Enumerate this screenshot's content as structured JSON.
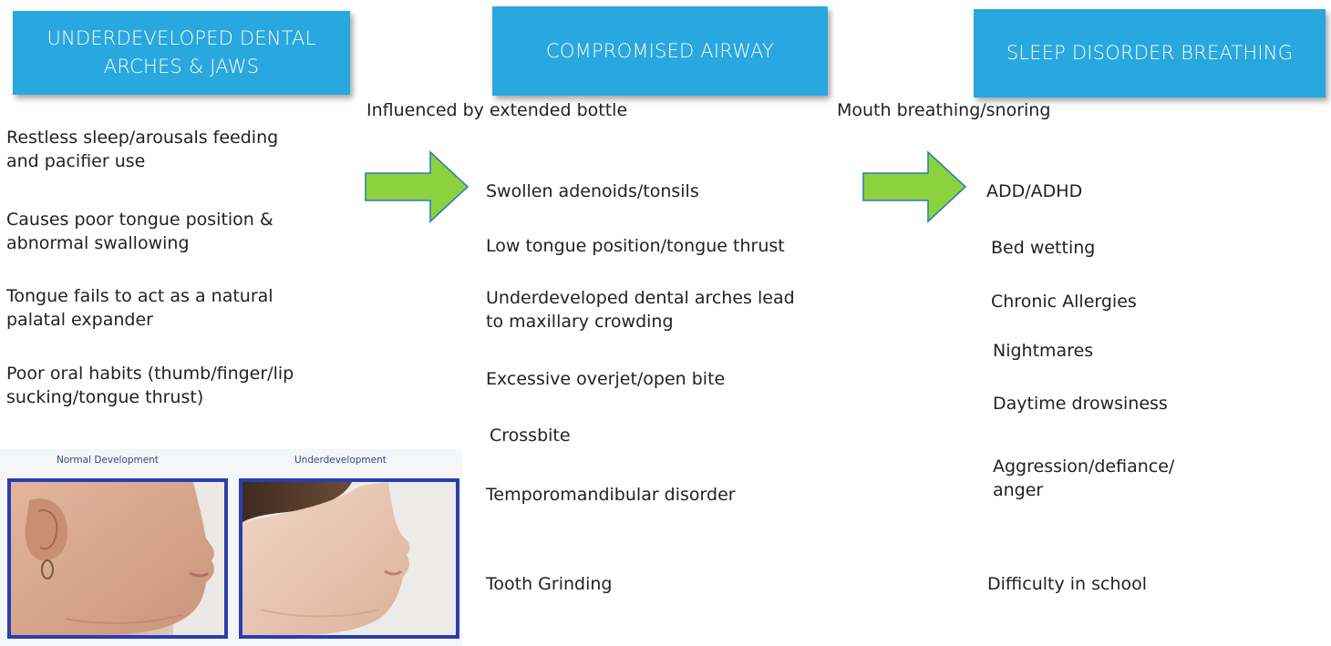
{
  "headers": {
    "col1": "UNDERDEVELOPED DENTAL ARCHES & JAWS",
    "col2": "COMPROMISED AIRWAY",
    "col3": "SLEEP DISORDER BREATHING"
  },
  "col1": {
    "item1": "Restless sleep/arousals feeding and pacifier use",
    "item2": "Causes poor tongue position & abnormal swallowing",
    "item3": "Tongue fails to act as a natural palatal expander",
    "item4": "Poor oral habits (thumb/finger/lip sucking/tongue thrust)"
  },
  "col2": {
    "intro": "Influenced by extended bottle",
    "item1": "Swollen adenoids/tonsils",
    "item2": "Low tongue position/tongue thrust",
    "item3": "Underdeveloped dental arches lead to maxillary crowding",
    "item4": "Excessive overjet/open bite",
    "item5": "Crossbite",
    "item6": "Temporomandibular disorder",
    "item7": "Tooth Grinding"
  },
  "col3": {
    "intro": "Mouth breathing/snoring",
    "item1": "ADD/ADHD",
    "item2": "Bed wetting",
    "item3": "Chronic Allergies",
    "item4": "Nightmares",
    "item5": "Daytime drowsiness",
    "item6": "Aggression/defiance/ anger",
    "item7": "Difficulty in school"
  },
  "photos": {
    "normal_caption": "Normal Development",
    "under_caption": "Underdevelopment"
  },
  "colors": {
    "header_fill": "#29a7df",
    "arrow_fill": "#8cd23f",
    "arrow_stroke": "#2d7fb8",
    "photo_border": "#2a3eb1"
  }
}
